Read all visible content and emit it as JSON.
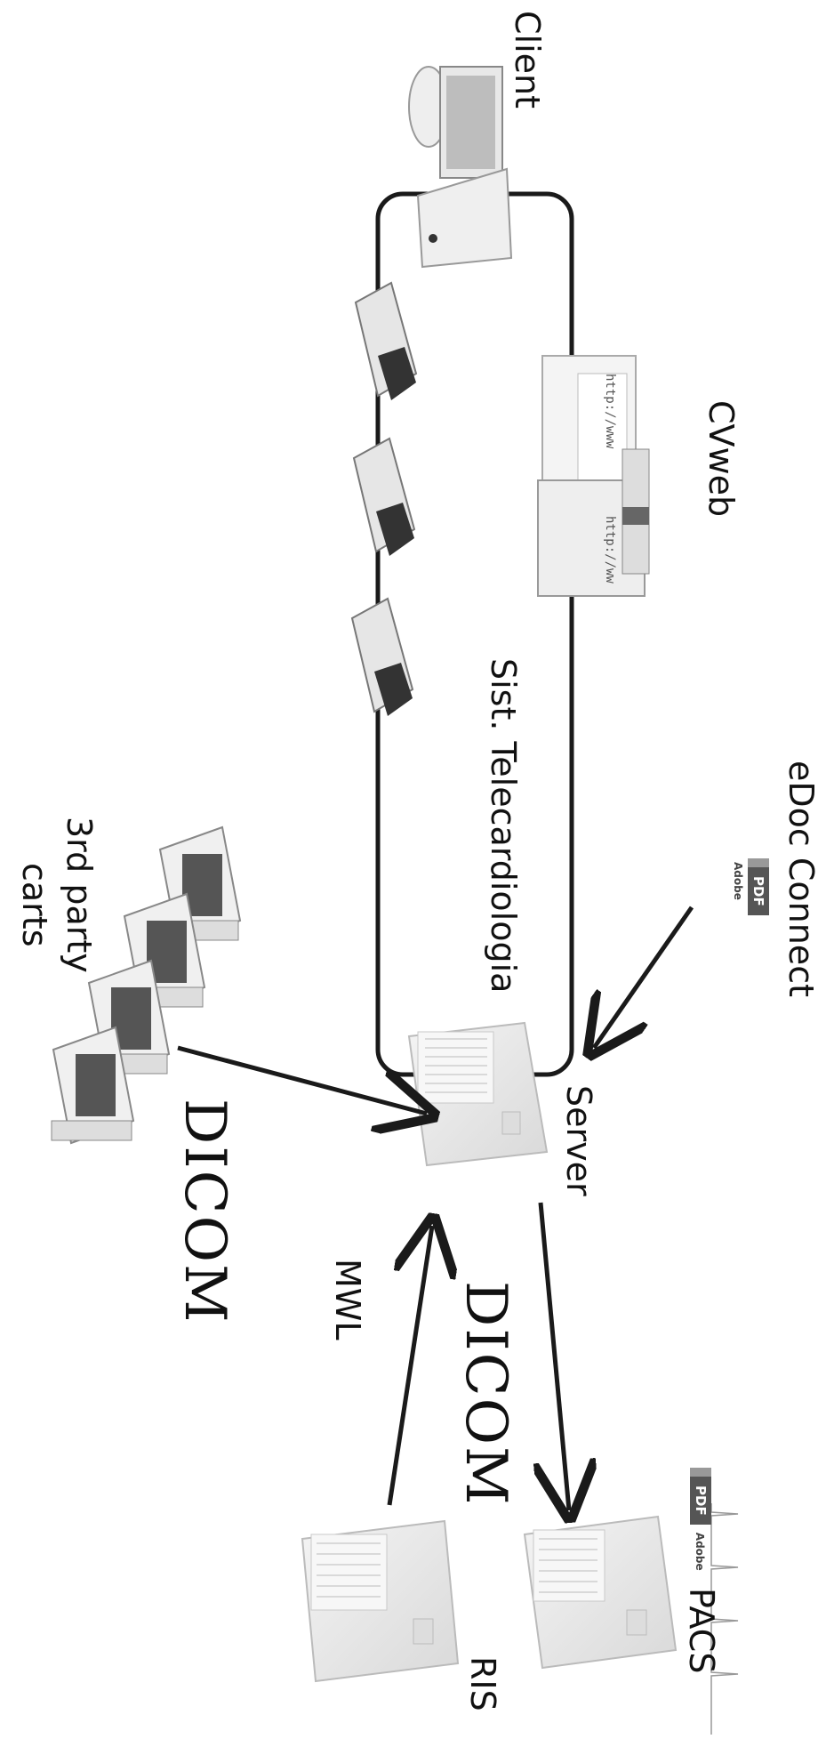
{
  "labels": {
    "client": "Client",
    "cvweb": "CVweb",
    "sist_telecardiologia": "Sist. Telecardiologia",
    "edoc_connect": "eDoc Connect",
    "server": "Server",
    "third_party_line1": "3rd party",
    "third_party_line2": "carts",
    "mwl": "MWL",
    "pacs": "PACS",
    "ris": "RIS"
  },
  "logos": {
    "dicom_1": "DICOM",
    "dicom_2": "DICOM",
    "pdf_1": "PDF",
    "adobe_1": "Adobe",
    "pdf_2": "PDF",
    "adobe_2": "Adobe"
  },
  "browser_text": {
    "url_1": "http://www",
    "url_2": "http://ww"
  },
  "icons": {
    "client": "computer-icon",
    "ecg_devices": "ecg-device-icon",
    "server": "server-icon",
    "pacs": "server-icon",
    "ris": "server-icon",
    "carts": "ecg-cart-icon",
    "browser": "browser-window-icon"
  },
  "colors": {
    "line": "#1a1a1a",
    "device_light": "#e6e6e6",
    "device_dark": "#333333"
  }
}
